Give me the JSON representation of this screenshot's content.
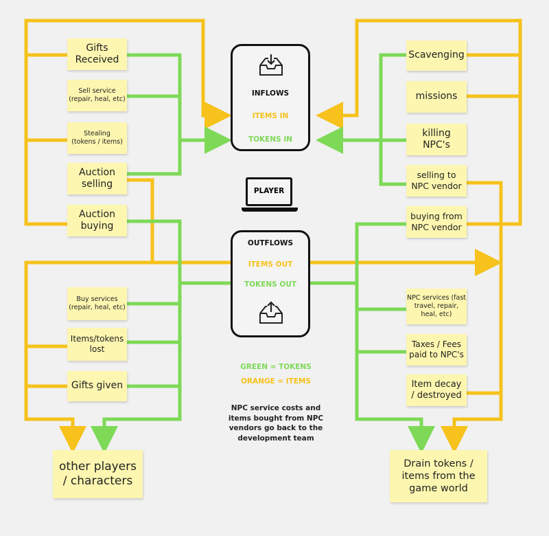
{
  "colors": {
    "tokens": "#7ed957",
    "items": "#f6c21b",
    "note": "#fdf6b0",
    "text_tokens": "#7ed957",
    "text_items": "#f6c21b"
  },
  "hub": {
    "inflows": {
      "title": "INFLOWS",
      "items": "ITEMS IN",
      "tokens": "TOKENS IN",
      "icon": "inbox-download-icon"
    },
    "player": {
      "label": "PLAYER",
      "icon": "laptop-icon"
    },
    "outflows": {
      "title": "OUTFLOWS",
      "items": "ITEMS OUT",
      "tokens": "TOKENS OUT",
      "icon": "outbox-upload-icon"
    }
  },
  "left_notes": {
    "gifts_received": "Gifts\nReceived",
    "sell_service": "Sell service\n(repair, heal, etc)",
    "stealing": "Stealing\n(tokens / items)",
    "auction_selling": "Auction\nselling",
    "auction_buying": "Auction\nbuying",
    "buy_services": "Buy services\n(repair, heal, etc)",
    "items_tokens_lost": "Items/tokens\nlost",
    "gifts_given": "Gifts given",
    "other_players": "other players\n/ characters"
  },
  "right_notes": {
    "scavenging": "Scavenging",
    "missions": "missions",
    "killing_npcs": "killing\nNPC's",
    "selling_npc": "selling to\nNPC vendor",
    "buying_npc": "buying from\nNPC vendor",
    "npc_services": "NPC services (fast\ntravel, repair,\nheal, etc)",
    "taxes_fees": "Taxes / Fees\npaid to NPC's",
    "item_decay": "Item decay\n/ destroyed",
    "drain": "Drain tokens /\nitems from the\ngame world"
  },
  "legend": {
    "green": "GREEN = TOKENS",
    "orange": "ORANGE = ITEMS"
  },
  "footnote": "NPC service costs and\nitems bought from NPC\nvendors go back to the\ndevelopment team"
}
